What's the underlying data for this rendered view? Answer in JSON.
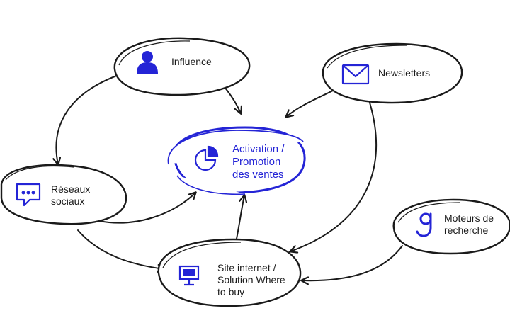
{
  "colors": {
    "ink": "#1a1a1a",
    "accent": "#2424d6",
    "background": "#ffffff"
  },
  "nodes": {
    "influence": {
      "label": "Influence",
      "icon": "person-icon"
    },
    "newsletters": {
      "label": "Newsletters",
      "icon": "envelope-icon"
    },
    "reseaux": {
      "label": "Réseaux\nsociaux",
      "icon": "chat-bubble-icon"
    },
    "activation": {
      "label": "Activation /\nPromotion\ndes ventes",
      "icon": "pie-chart-icon"
    },
    "moteurs": {
      "label": "Moteurs de\nrecherche",
      "icon": "google-g-icon"
    },
    "site": {
      "label": "Site internet /\nSolution Where\nto buy",
      "icon": "monitor-icon"
    }
  },
  "edges": [
    {
      "from": "influence",
      "to": "activation"
    },
    {
      "from": "influence",
      "to": "reseaux"
    },
    {
      "from": "newsletters",
      "to": "activation"
    },
    {
      "from": "newsletters",
      "to": "site"
    },
    {
      "from": "reseaux",
      "to": "activation"
    },
    {
      "from": "reseaux",
      "to": "site"
    },
    {
      "from": "site",
      "to": "activation"
    },
    {
      "from": "moteurs",
      "to": "site"
    }
  ]
}
